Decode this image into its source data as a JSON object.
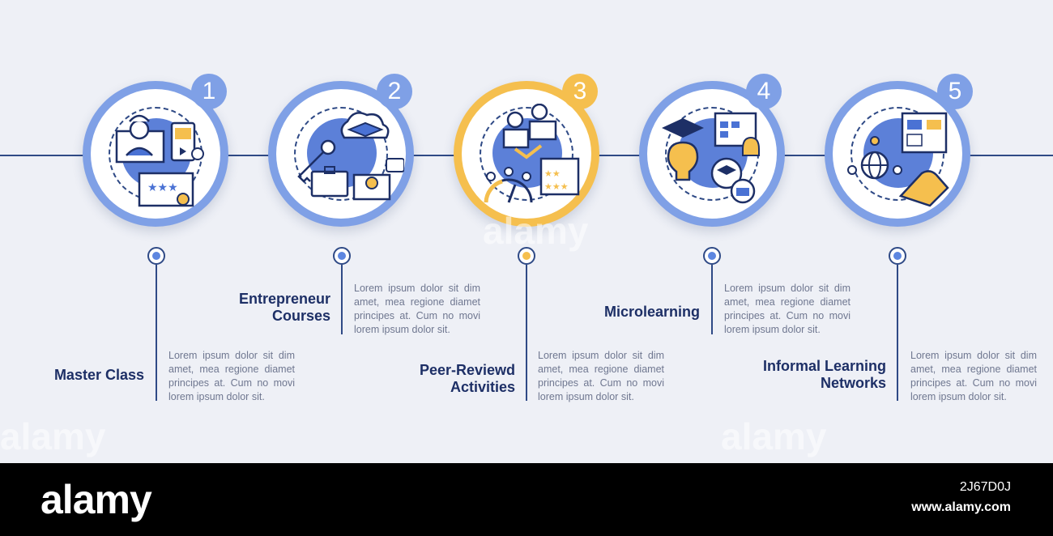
{
  "steps": [
    {
      "number": "1",
      "title": "Master Class",
      "text": "Lorem ipsum dolor sit dim amet, mea regione diamet principes at. Cum no movi lorem ipsum dolor sit.",
      "accent": "#7fa0e6"
    },
    {
      "number": "2",
      "title": "Entrepreneur Courses",
      "text": "Lorem ipsum dolor sit dim amet, mea regione diamet principes at. Cum no movi lorem ipsum dolor sit.",
      "accent": "#7fa0e6"
    },
    {
      "number": "3",
      "title": "Peer-Reviewd Activities",
      "text": "Lorem ipsum dolor sit dim amet, mea regione diamet principes at. Cum no movi lorem ipsum dolor sit.",
      "accent": "#f5bf4e"
    },
    {
      "number": "4",
      "title": "Microlearning",
      "text": "Lorem ipsum dolor sit dim amet, mea regione diamet principes at. Cum no movi lorem ipsum dolor sit.",
      "accent": "#7fa0e6"
    },
    {
      "number": "5",
      "title": "Informal Learning Networks",
      "text": "Lorem ipsum dolor sit dim amet, mea regione diamet principes at. Cum no movi lorem ipsum dolor sit.",
      "accent": "#7fa0e6"
    }
  ],
  "footer": {
    "brand": "alamy",
    "image_code": "2J67D0J",
    "url": "www.alamy.com"
  },
  "watermark": "alamy",
  "colors": {
    "navy": "#2f4a86",
    "blue": "#7fa0e6",
    "gold": "#f5bf4e",
    "background": "#eef0f6"
  }
}
